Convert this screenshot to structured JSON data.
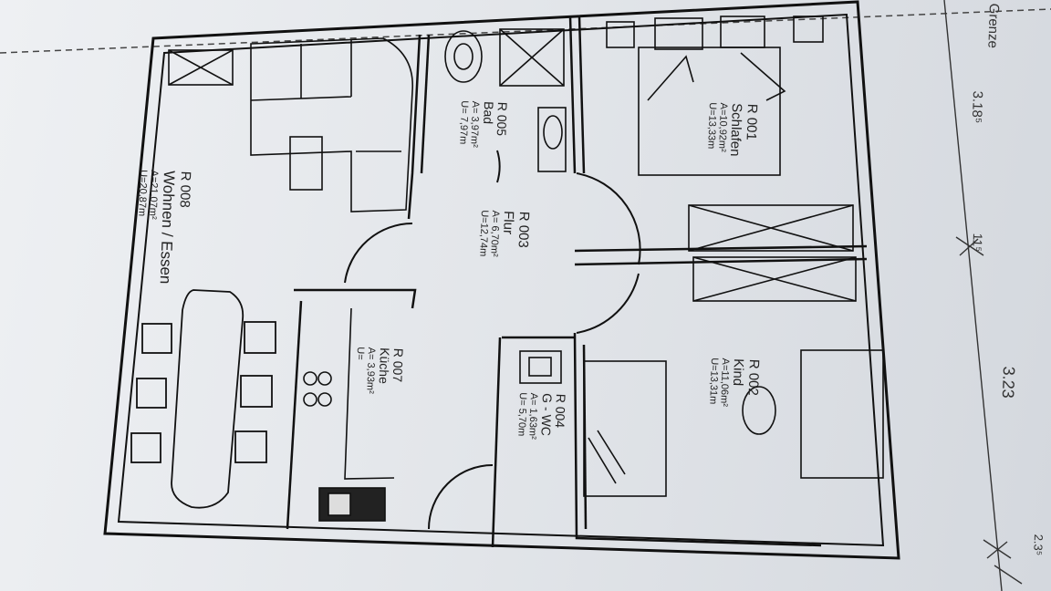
{
  "rooms": [
    {
      "id": "R 008",
      "name": "Wohnen / Essen",
      "area": "A=21,07m²",
      "perimeter": "U=20,87m"
    },
    {
      "id": "R 005",
      "name": "Bad",
      "area": "A= 3,97m²",
      "perimeter": "U= 7,97m"
    },
    {
      "id": "R 001",
      "name": "Schlafen",
      "area": "A=10,92m²",
      "perimeter": "U=13,33m"
    },
    {
      "id": "R 003",
      "name": "Flur",
      "area": "A= 6,70m²",
      "perimeter": "U=12,74m"
    },
    {
      "id": "R 007",
      "name": "Küche",
      "area": "A= 3,93m²",
      "perimeter": "U="
    },
    {
      "id": "R 004",
      "name": "G - WC",
      "area": "A= 1,63m²",
      "perimeter": "U= 5,70m"
    },
    {
      "id": "R 002",
      "name": "Kind",
      "area": "A=11,06m²",
      "perimeter": "U=13,31m"
    }
  ],
  "dimensions": {
    "title": "Grenze",
    "d1": "3.18⁵",
    "d2": "11⁵",
    "d3": "3.23",
    "d4": "2.3⁵"
  }
}
